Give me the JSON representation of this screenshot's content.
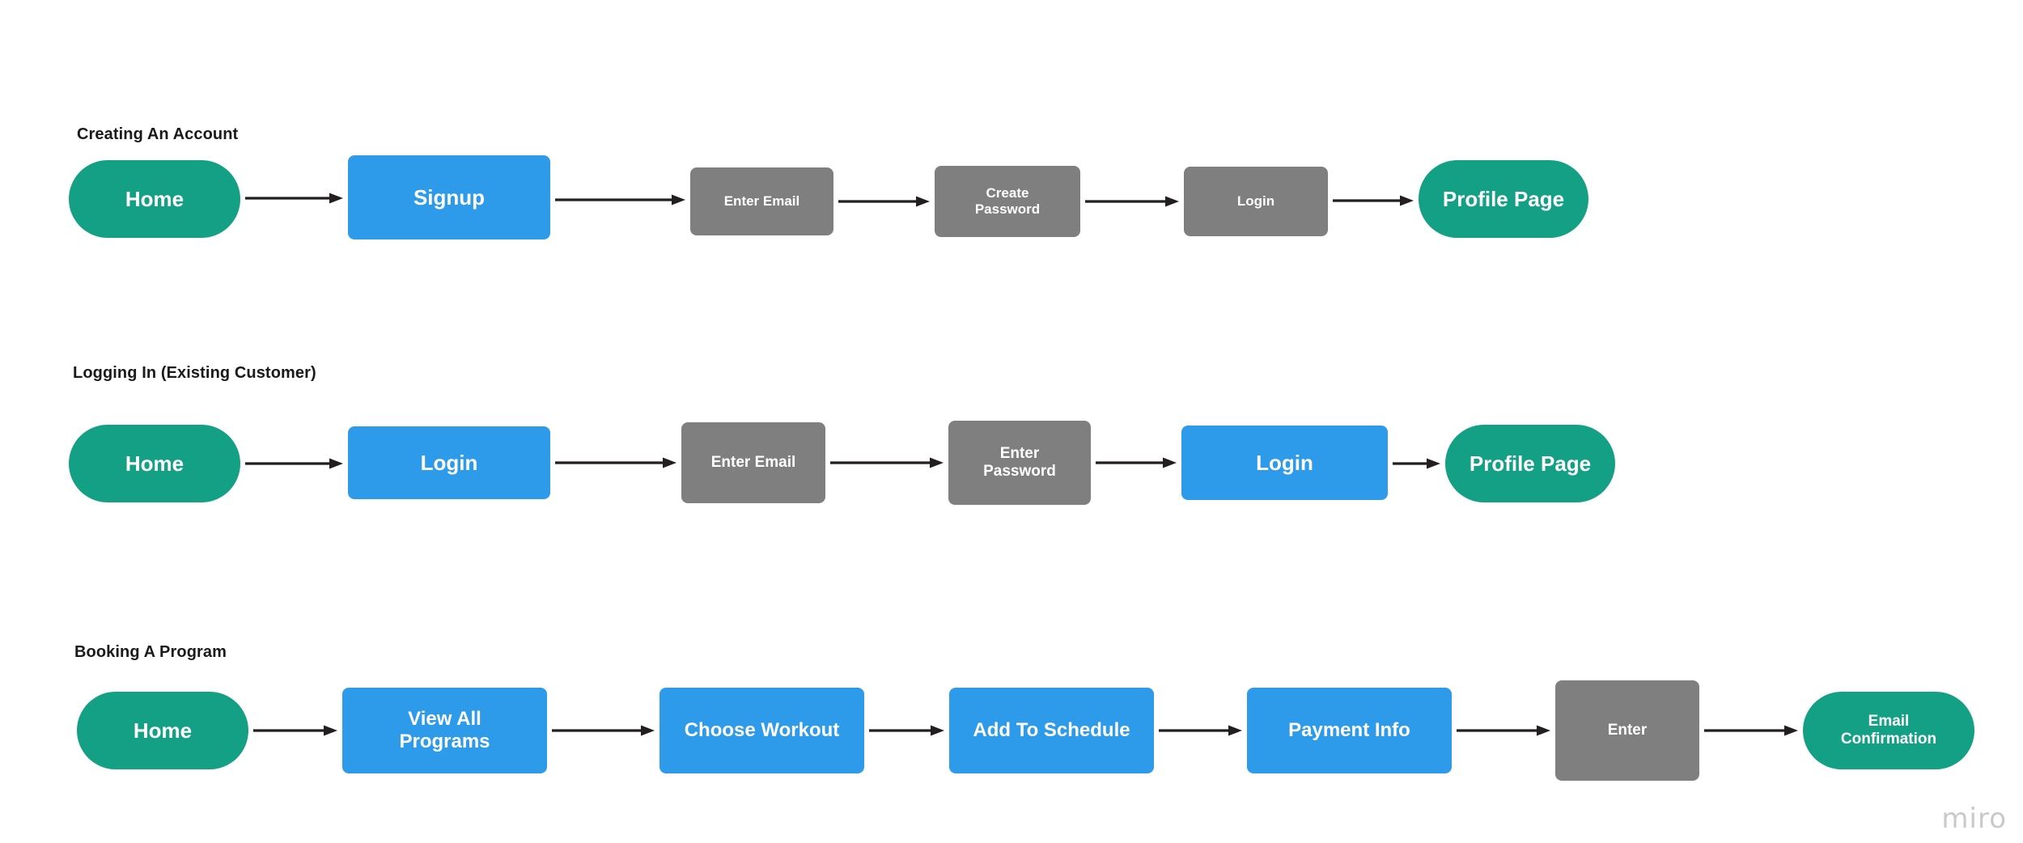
{
  "board": {
    "background_color": "#ffffff",
    "watermark": "miro"
  },
  "palette": {
    "green": "#13a085",
    "blue": "#2e9bea",
    "gray": "#7f7f7f",
    "arrow": "#231f20",
    "title_text": "#1a1a1a",
    "node_text": "#ffffff"
  },
  "flows": [
    {
      "id": "creating-an-account",
      "title": "Creating An Account",
      "nodes": [
        {
          "label": "Home",
          "shape": "pill",
          "color": "green",
          "font_size": 26
        },
        {
          "label": "Signup",
          "shape": "rect",
          "color": "blue",
          "font_size": 26
        },
        {
          "label": "Enter Email",
          "shape": "rect",
          "color": "gray",
          "font_size": 17
        },
        {
          "label": "Create\nPassword",
          "shape": "rect",
          "color": "gray",
          "font_size": 17
        },
        {
          "label": "Login",
          "shape": "rect",
          "color": "gray",
          "font_size": 17
        },
        {
          "label": "Profile Page",
          "shape": "pill",
          "color": "green",
          "font_size": 26
        }
      ],
      "arrow_count": 5
    },
    {
      "id": "logging-in-existing-customer",
      "title": "Logging In (Existing Customer)",
      "nodes": [
        {
          "label": "Home",
          "shape": "pill",
          "color": "green",
          "font_size": 26
        },
        {
          "label": "Login",
          "shape": "rect",
          "color": "blue",
          "font_size": 26
        },
        {
          "label": "Enter Email",
          "shape": "rect",
          "color": "gray",
          "font_size": 19
        },
        {
          "label": "Enter\nPassword",
          "shape": "rect",
          "color": "gray",
          "font_size": 19
        },
        {
          "label": "Login",
          "shape": "rect",
          "color": "blue",
          "font_size": 26
        },
        {
          "label": "Profile Page",
          "shape": "pill",
          "color": "green",
          "font_size": 26
        }
      ],
      "arrow_count": 5
    },
    {
      "id": "booking-a-program",
      "title": "Booking A Program",
      "nodes": [
        {
          "label": "Home",
          "shape": "pill",
          "color": "green",
          "font_size": 26
        },
        {
          "label": "View All\nPrograms",
          "shape": "rect",
          "color": "blue",
          "font_size": 24
        },
        {
          "label": "Choose Workout",
          "shape": "rect",
          "color": "blue",
          "font_size": 24
        },
        {
          "label": "Add To Schedule",
          "shape": "rect",
          "color": "blue",
          "font_size": 24
        },
        {
          "label": "Payment Info",
          "shape": "rect",
          "color": "blue",
          "font_size": 24
        },
        {
          "label": "Enter",
          "shape": "rect",
          "color": "gray",
          "font_size": 19
        },
        {
          "label": "Email\nConfirmation",
          "shape": "pill",
          "color": "green",
          "font_size": 19
        }
      ],
      "arrow_count": 6
    }
  ]
}
